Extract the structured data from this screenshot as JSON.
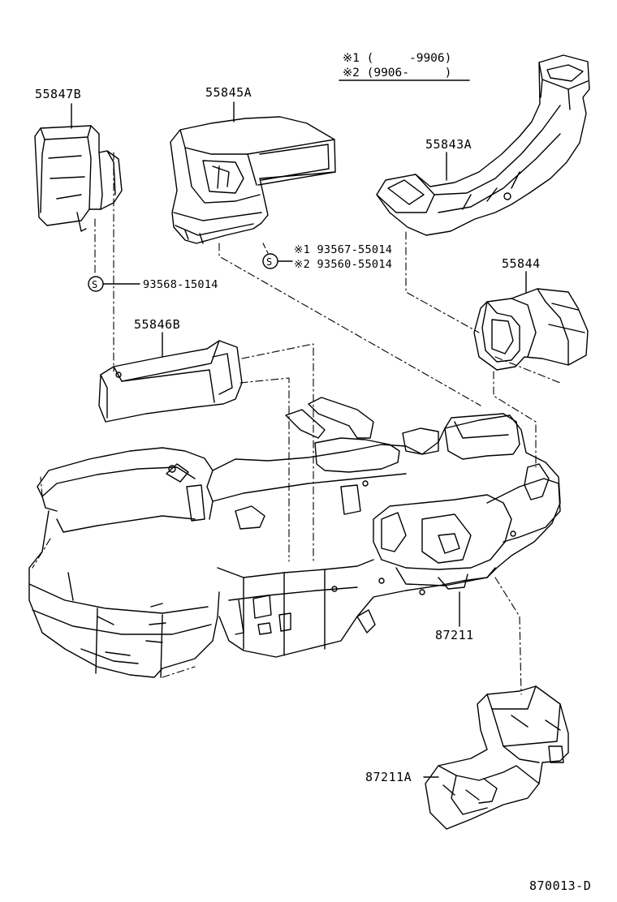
{
  "notes": {
    "line1": "※1 (     -9906)",
    "line2": "※2 (9906-     )"
  },
  "parts": {
    "p55847B": "55847B",
    "p55845A": "55845A",
    "p55843A": "55843A",
    "p55844": "55844",
    "p55846B": "55846B",
    "p87211": "87211",
    "p87211A": "87211A"
  },
  "screws": {
    "symbol": "S",
    "single": "93568-15014",
    "alt1": "※1 93567-55014",
    "alt2": "※2 93560-55014"
  },
  "drawing_number": "870013-D"
}
